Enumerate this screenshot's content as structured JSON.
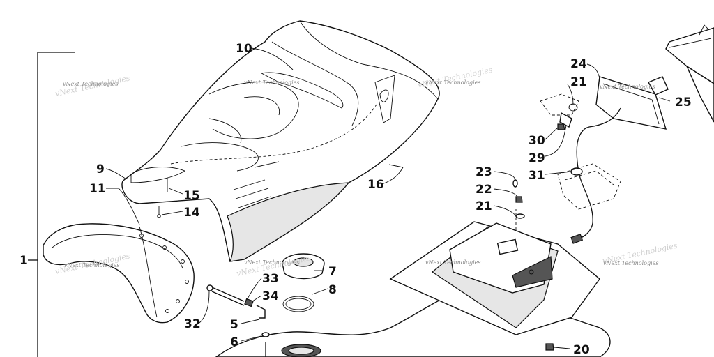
{
  "diagram": {
    "callouts": {
      "c1": "1",
      "c5": "5",
      "c6": "6",
      "c7": "7",
      "c8": "8",
      "c9": "9",
      "c10": "10",
      "c11": "11",
      "c14": "14",
      "c15": "15",
      "c16": "16",
      "c20": "20",
      "c21a": "21",
      "c21b": "21",
      "c22": "22",
      "c23": "23",
      "c24": "24",
      "c25": "25",
      "c29": "29",
      "c30": "30",
      "c31": "31",
      "c32": "32",
      "c33": "33",
      "c34": "34"
    },
    "watermark": "vNext Technologies"
  }
}
